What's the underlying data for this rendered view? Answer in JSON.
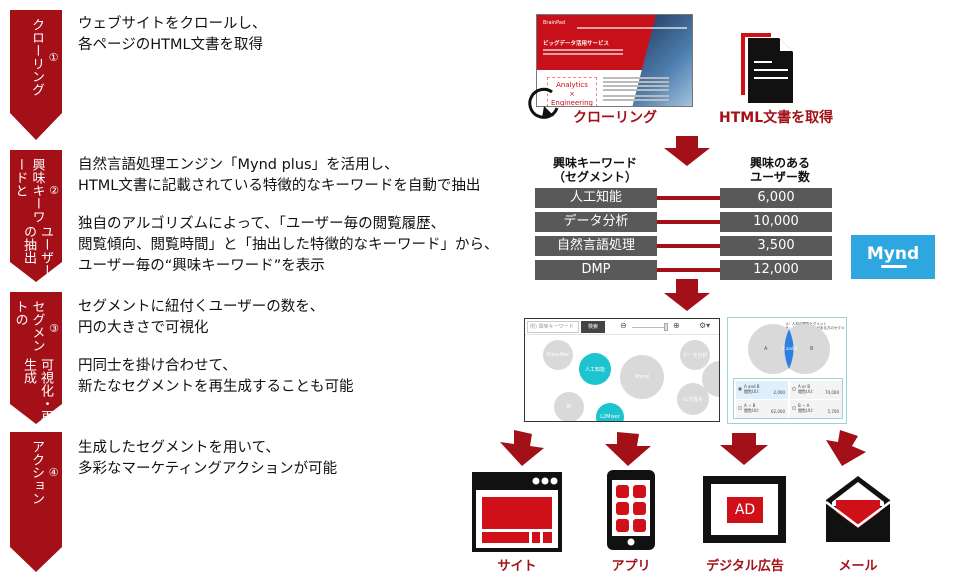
{
  "steps": [
    {
      "number": "①",
      "title": "クローリング",
      "description": [
        "ウェブサイトをクロールし、",
        "各ページのHTML文書を取得"
      ]
    },
    {
      "number": "②",
      "title_lines": [
        "興味キーワードと",
        "ユーザーの抽出"
      ],
      "description": [
        "自然言語処理エンジン「Mynd plus」を活用し、",
        "HTML文書に記載されている特徴的なキーワードを自動で抽出",
        "",
        "独自のアルゴリズムによって、「ユーザー毎の閲覧履歴、",
        "閲覧傾向、閲覧時間」と「抽出した特徴的なキーワード」から、",
        "ユーザー毎の“興味キーワード”を表示"
      ]
    },
    {
      "number": "③",
      "title_lines": [
        "セグメントの",
        "可視化・再生成"
      ],
      "description": [
        "セグメントに紐付くユーザーの数を、",
        "円の大きさで可視化",
        "",
        "円同士を掛け合わせて、",
        "新たなセグメントを再生成することも可能"
      ]
    },
    {
      "number": "④",
      "title": "アクション",
      "description": [
        "生成したセグメントを用いて、",
        "多彩なマーケティングアクションが可能"
      ]
    }
  ],
  "crawl_visual": {
    "site_logo": "BrainPad",
    "site_hero_title": "ビッグデータ活用サービス",
    "site_card_lines": [
      "Analytics",
      "×",
      "Engineering"
    ],
    "crawl_caption": "クローリング",
    "html_caption": "HTML文書を取得"
  },
  "keyword_table": {
    "keyword_header": [
      "興味キーワード",
      "（セグメント）"
    ],
    "count_header": [
      "興味のある",
      "ユーザー数"
    ],
    "rows": [
      {
        "keyword": "人工知能",
        "users": "6,000"
      },
      {
        "keyword": "データ分析",
        "users": "10,000"
      },
      {
        "keyword": "自然言語処理",
        "users": "3,500"
      },
      {
        "keyword": "DMP",
        "users": "12,000"
      }
    ]
  },
  "mynd_logo": {
    "text": "Mynd"
  },
  "bubble_ui": {
    "search_placeholder": "例) 興味キーワード",
    "search_button": "検索",
    "zoom_out": "⊖",
    "zoom_in": "⊕",
    "settings": "⚙▾",
    "bubbles": [
      {
        "label": "Klassifier",
        "highlight": false
      },
      {
        "label": "人工知能",
        "highlight": true
      },
      {
        "label": "Mynd",
        "highlight": false
      },
      {
        "label": "データ分析",
        "highlight": false
      },
      {
        "label": "AI",
        "highlight": false
      },
      {
        "label": "L2Mixer",
        "highlight": true
      },
      {
        "label": "公才異言",
        "highlight": false
      },
      {
        "label": "",
        "highlight": false
      }
    ]
  },
  "venn_ui": {
    "note": [
      "A：人材の閲覧セグメント",
      "B：人工知能に興味がある方のセグメント"
    ],
    "label_a": "A",
    "label_b": "B",
    "intersection": "A and B",
    "options": [
      {
        "name": "A and B",
        "label": "閲覧UU：",
        "value": "2,000",
        "selected": true
      },
      {
        "name": "A or B",
        "label": "閲覧UU：",
        "value": "70,000",
        "selected": false
      },
      {
        "name": "A − B",
        "label": "閲覧UU：",
        "value": "62,000",
        "selected": false
      },
      {
        "name": "B − A",
        "label": "閲覧UU：",
        "value": "5,700",
        "selected": false
      }
    ]
  },
  "actions": [
    {
      "label": "サイト",
      "icon": "website-icon"
    },
    {
      "label": "アプリ",
      "icon": "smartphone-app-icon"
    },
    {
      "label": "デジタル広告",
      "icon": "ad-icon",
      "badge": "AD"
    },
    {
      "label": "メール",
      "icon": "mail-icon"
    }
  ],
  "colors": {
    "banner": "#a31018",
    "caption_red": "#a31018",
    "table_cell": "#595959",
    "mynd_blue": "#2ea7e0",
    "bubble_highlight": "#1cc4cf",
    "venn_intersection": "#2f7fe0"
  }
}
